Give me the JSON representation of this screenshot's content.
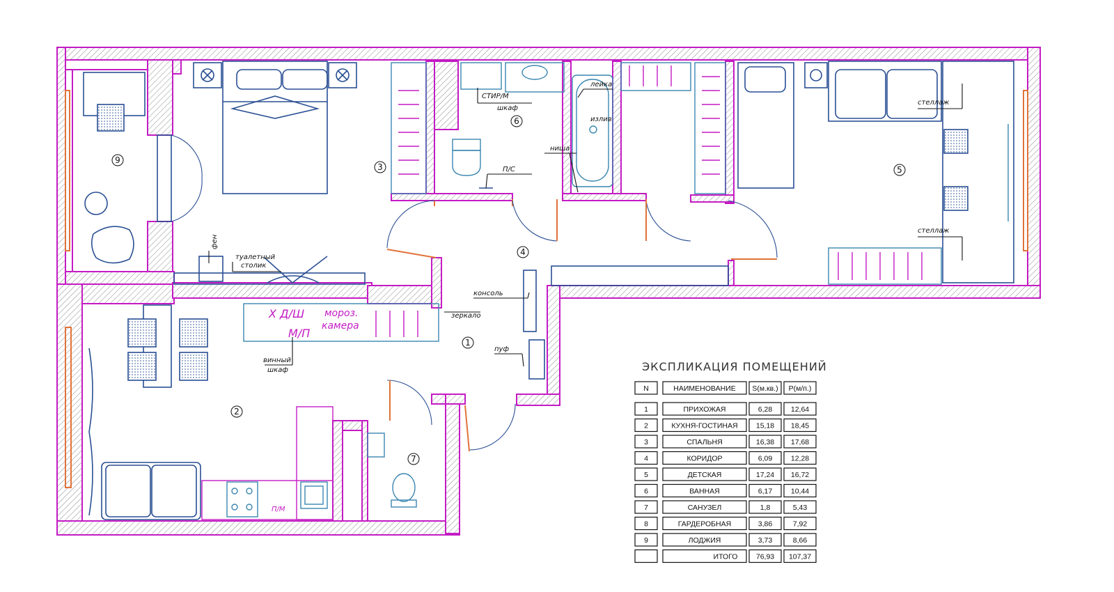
{
  "plan": {
    "room_numbers": [
      "1",
      "2",
      "3",
      "4",
      "5",
      "6",
      "7",
      "9"
    ],
    "labels": {
      "stir_m": "СТИР/М",
      "shkaf": "шкаф",
      "leyka": "лейка",
      "izliv": "излив",
      "nisha": "ниша",
      "p_s": "П/С",
      "stellazh_top": "стеллаж",
      "stellazh_bottom": "стеллаж",
      "fen": "фен",
      "tualetny": "туалетный",
      "stolik": "столик",
      "konsol": "консоль",
      "zerkalo": "зеркало",
      "puf": "пуф",
      "vinny": "винный",
      "vinny_shkaf": "шкаф",
      "p_m": "П/М",
      "hd_sh": "Х Д/Ш",
      "m_p": "М/П",
      "moroz": "мороз.",
      "kamera": "камера"
    }
  },
  "table": {
    "title": "ЭКСПЛИКАЦИЯ  ПОМЕЩЕНИЙ",
    "headers": [
      "N",
      "НАИМЕНОВАНИЕ",
      "S(м.кв.)",
      "P(м/п.)"
    ],
    "rows": [
      [
        "1",
        "ПРИХОЖАЯ",
        "6,28",
        "12,64"
      ],
      [
        "2",
        "КУХНЯ-ГОСТИНАЯ",
        "15,18",
        "18,45"
      ],
      [
        "3",
        "СПАЛЬНЯ",
        "16,38",
        "17,68"
      ],
      [
        "4",
        "КОРИДОР",
        "6,09",
        "12,28"
      ],
      [
        "5",
        "ДЕТСКАЯ",
        "17,24",
        "16,72"
      ],
      [
        "6",
        "ВАННАЯ",
        "6,17",
        "10,44"
      ],
      [
        "7",
        "САНУЗЕЛ",
        "1,8",
        "5,43"
      ],
      [
        "8",
        "ГАРДЕРОБНАЯ",
        "3,86",
        "7,92"
      ],
      [
        "9",
        "ЛОДЖИЯ",
        "3,73",
        "8,66"
      ]
    ],
    "total": [
      "",
      "ИТОГО",
      "76,93",
      "107,37"
    ]
  }
}
